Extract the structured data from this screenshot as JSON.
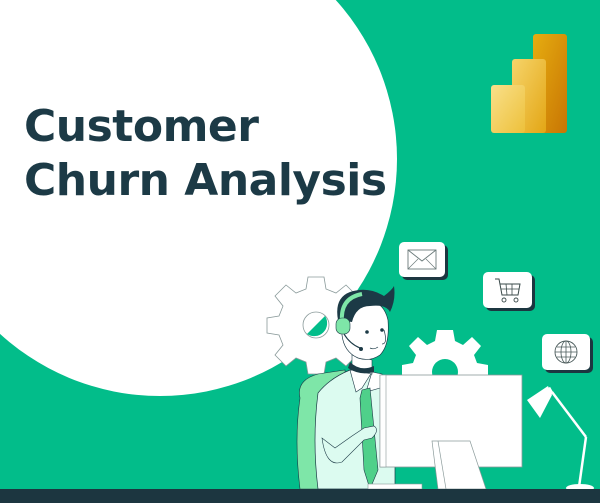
{
  "title": {
    "line1": "Customer",
    "line2": "Churn Analysis"
  },
  "colors": {
    "background_green": "#02bd8a",
    "title_dark": "#1c3a46",
    "bottom_bar": "#1c3640",
    "accent_light_green": "#7ee6a8",
    "logo_gold": "#e8b008"
  },
  "icons": {
    "logo": "power-bi-logo",
    "card1": "envelope-icon",
    "card2": "shopping-cart-icon",
    "card3": "globe-icon"
  }
}
